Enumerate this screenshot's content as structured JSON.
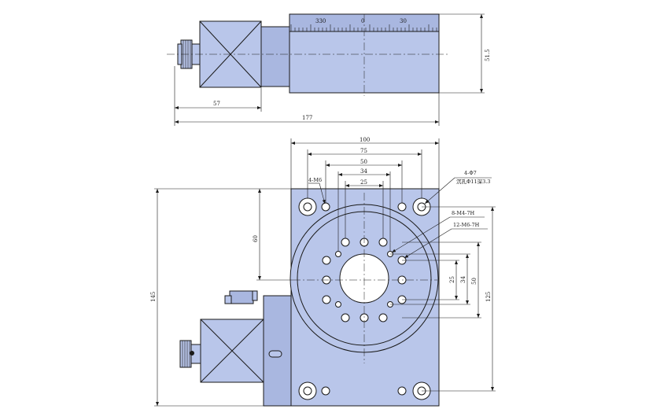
{
  "top_view": {
    "scale_labels": [
      "330",
      "0",
      "30"
    ],
    "dim_57": "57",
    "dim_177": "177",
    "dim_51_5": "51.5"
  },
  "bottom_view": {
    "dim_100": "100",
    "dim_75": "75",
    "dim_50": "50",
    "dim_34": "34",
    "dim_25": "25",
    "dim_60": "60",
    "dim_145": "145",
    "dim_25v": "25",
    "dim_34v": "34",
    "dim_50v": "50",
    "dim_125": "125",
    "note_4_m6": "4-M6",
    "note_4_phi7": "4-Φ7",
    "note_counterbore": "沉孔Φ11深3.3",
    "note_8_m4": "8-M4-7H",
    "note_12_m6": "12-M6-7H"
  }
}
